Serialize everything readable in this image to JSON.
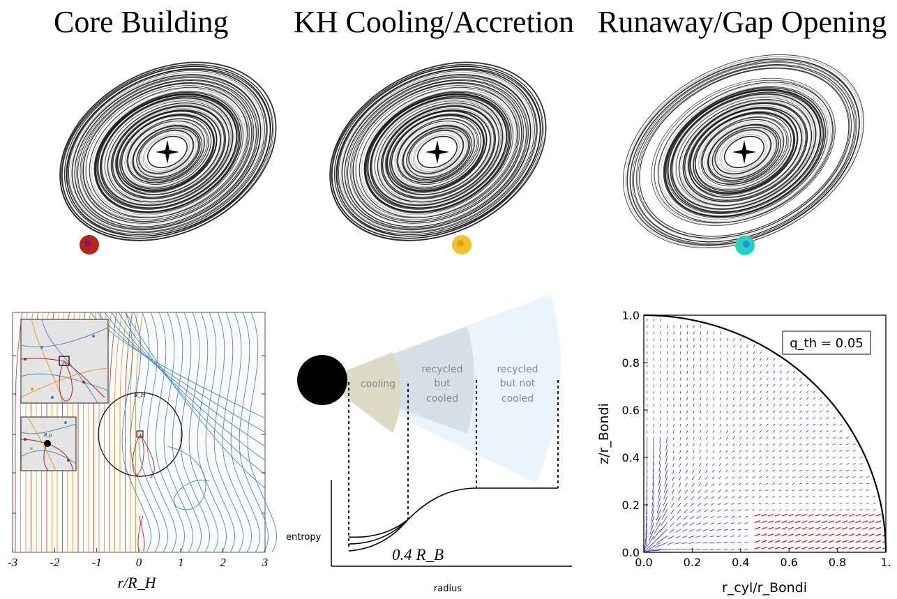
{
  "titles": {
    "core": "Core Building",
    "kh": "KH Cooling/Accretion",
    "runaway": "Runaway/Gap Opening"
  },
  "colors": {
    "core_planet": "#b8231a",
    "kh_planet": "#f4c12a",
    "runaway_planet": "#22d3c4",
    "inflow": "#2b2bd8",
    "outflow": "#e01010"
  },
  "core_panel": {
    "xlabel": "r/R_H",
    "xticks": [
      "-3",
      "-2",
      "-1",
      "0",
      "1",
      "2",
      "3"
    ],
    "rh_label": "R_H",
    "rp_label": "R_p"
  },
  "kh_panel": {
    "zones": {
      "cooling": "cooling",
      "recycled_cooled_1": "recycled",
      "recycled_cooled_2": "but",
      "recycled_cooled_3": "cooled",
      "recycled_not_1": "recycled",
      "recycled_not_2": "but not",
      "recycled_not_3": "cooled"
    },
    "ylabel": "entropy",
    "xlabel": "radius",
    "annotation": "0.4 R_B"
  },
  "chart_data": {
    "type": "scatter",
    "xlabel": "r_cyl/r_Bondi",
    "ylabel": "z/r_Bondi",
    "xlim": [
      0,
      1.0
    ],
    "ylim": [
      0,
      1.0
    ],
    "xticks": [
      "0.0",
      "0.2",
      "0.4",
      "0.6",
      "0.8",
      "1."
    ],
    "yticks": [
      "0.0",
      "0.2",
      "0.4",
      "0.6",
      "0.8",
      "1.0"
    ],
    "legend_text": "q_th = 0.05",
    "legend_placement": "top-right",
    "boundary": "quarter circle r = 1"
  }
}
